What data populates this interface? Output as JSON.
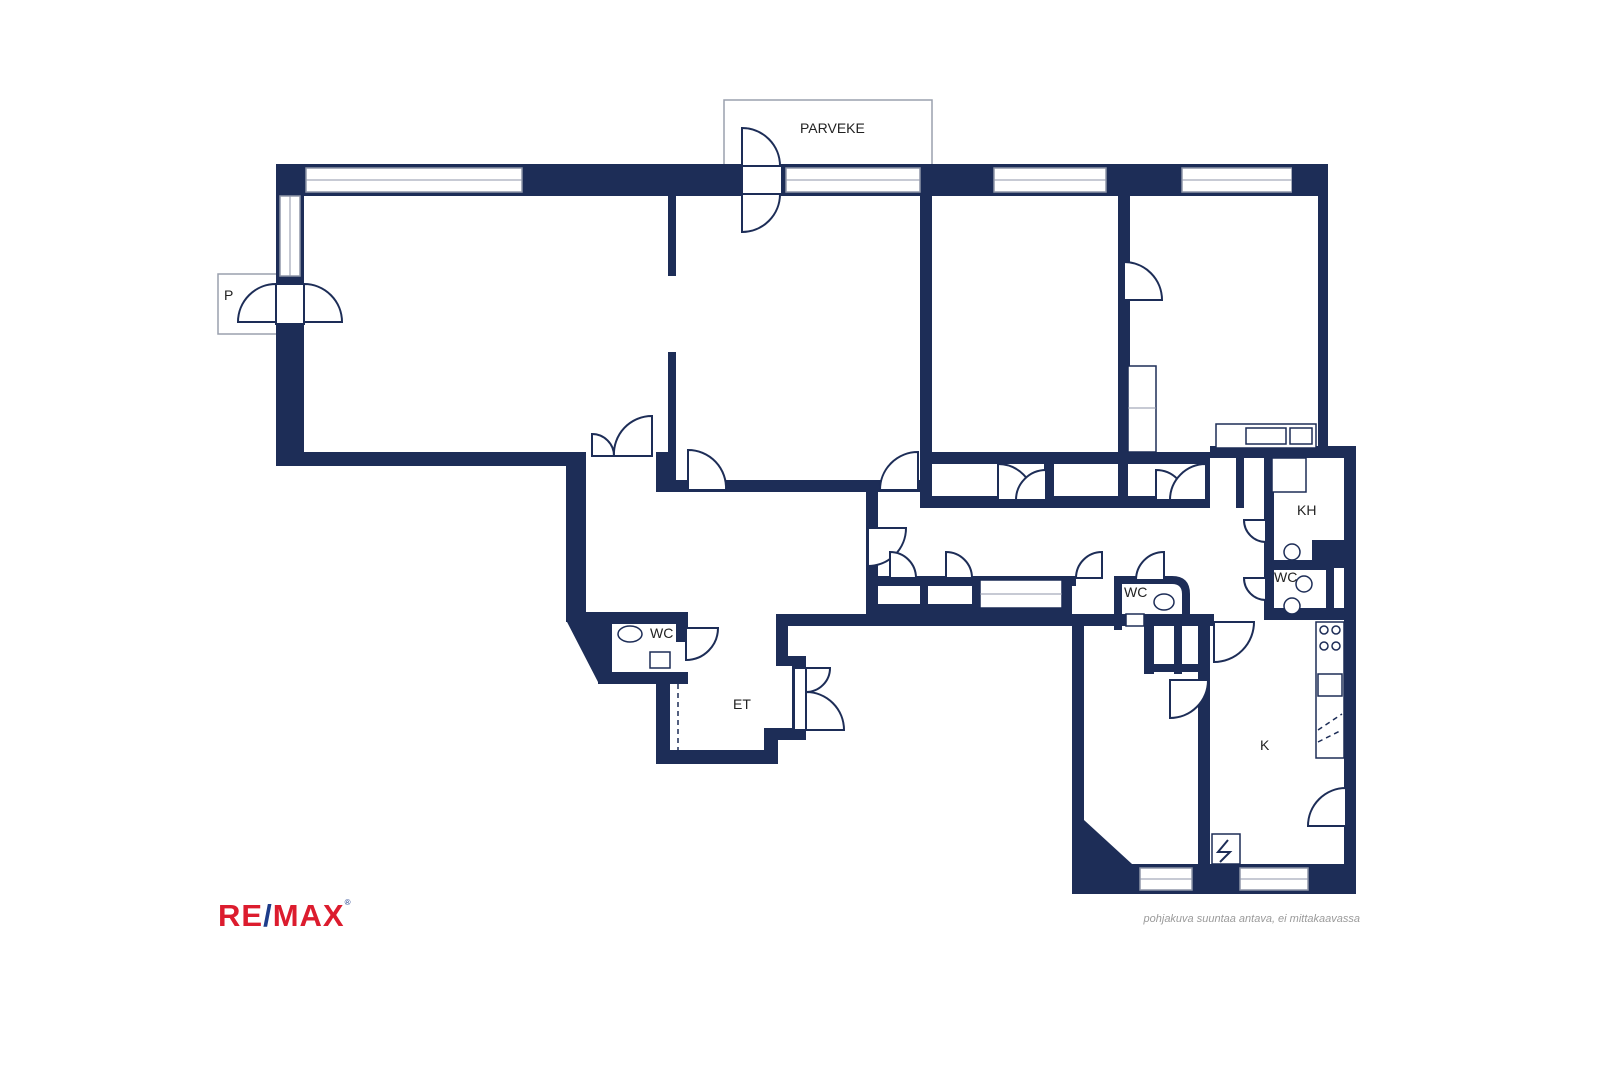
{
  "rooms": {
    "parveke": "PARVEKE",
    "p": "P",
    "et": "ET",
    "wc_left": "WC",
    "wc_center": "WC",
    "wc_right": "WC",
    "kh": "KH",
    "k": "K"
  },
  "brand": {
    "re": "RE",
    "slash": "/",
    "max": "MAX",
    "reg": "®"
  },
  "note": "pohjakuva suuntaa antava, ei mittakaavassa",
  "colors": {
    "wall": "#1d2d57",
    "brand_red": "#dc1c2e",
    "brand_blue": "#1d3c8a"
  }
}
